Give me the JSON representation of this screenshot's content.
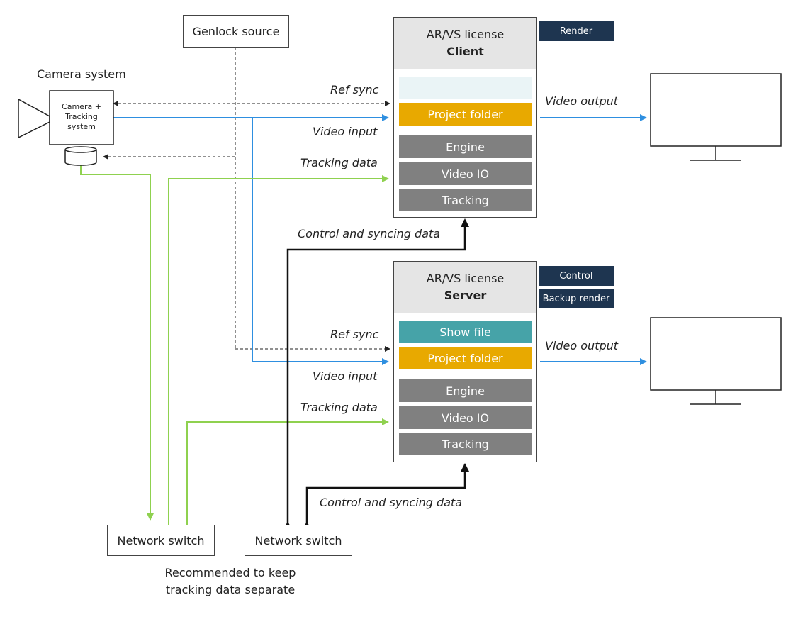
{
  "genlock": {
    "label": "Genlock source"
  },
  "camera": {
    "title": "Camera system",
    "box_label": "Camera + Tracking system"
  },
  "client": {
    "license": "AR/VS license",
    "role": "Client",
    "tag": "Render",
    "modules": [
      "",
      "Project folder",
      "Engine",
      "Video IO",
      "Tracking"
    ]
  },
  "server": {
    "license": "AR/VS license",
    "role": "Server",
    "tags": [
      "Control",
      "Backup render"
    ],
    "modules": [
      "Show file",
      "Project folder",
      "Engine",
      "Video IO",
      "Tracking"
    ]
  },
  "labels": {
    "ref_sync_1": "Ref sync",
    "video_input_1": "Video input",
    "tracking_data_1": "Tracking data",
    "video_output_1": "Video output",
    "control_sync_1": "Control and syncing data",
    "ref_sync_2": "Ref sync",
    "video_input_2": "Video input",
    "tracking_data_2": "Tracking data",
    "video_output_2": "Video output",
    "control_sync_2": "Control and syncing data"
  },
  "switches": [
    "Network switch",
    "Network switch"
  ],
  "note": [
    "Recommended to keep",
    "tracking data separate"
  ],
  "colors": {
    "video": "#2e8fe0",
    "tracking": "#8fd14f",
    "control": "#111111",
    "sync": "#222222",
    "project_folder": "#e8a900",
    "show_file": "#46a3a8",
    "module": "#808080",
    "tag": "#1e3550",
    "header": "#e5e5e5"
  }
}
